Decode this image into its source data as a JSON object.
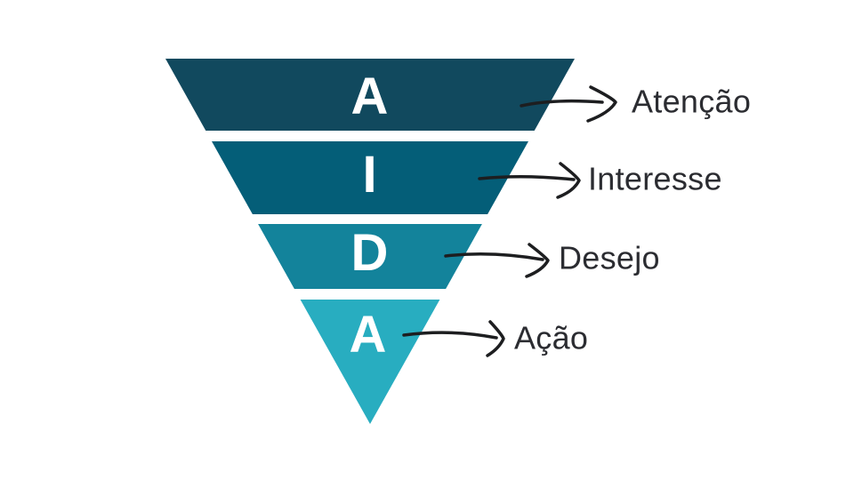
{
  "diagram": {
    "name": "AIDA funnel",
    "stages": [
      {
        "letter": "A",
        "label": "Atenção",
        "color": "#11495e"
      },
      {
        "letter": "I",
        "label": "Interesse",
        "color": "#045e78"
      },
      {
        "letter": "D",
        "label": "Desejo",
        "color": "#13839b"
      },
      {
        "letter": "A",
        "label": "Ação",
        "color": "#28adc0"
      }
    ],
    "colors": {
      "background": "#ffffff",
      "letter": "#ffffff",
      "label": "#2b2c31",
      "arrow": "#1d1e20"
    }
  }
}
